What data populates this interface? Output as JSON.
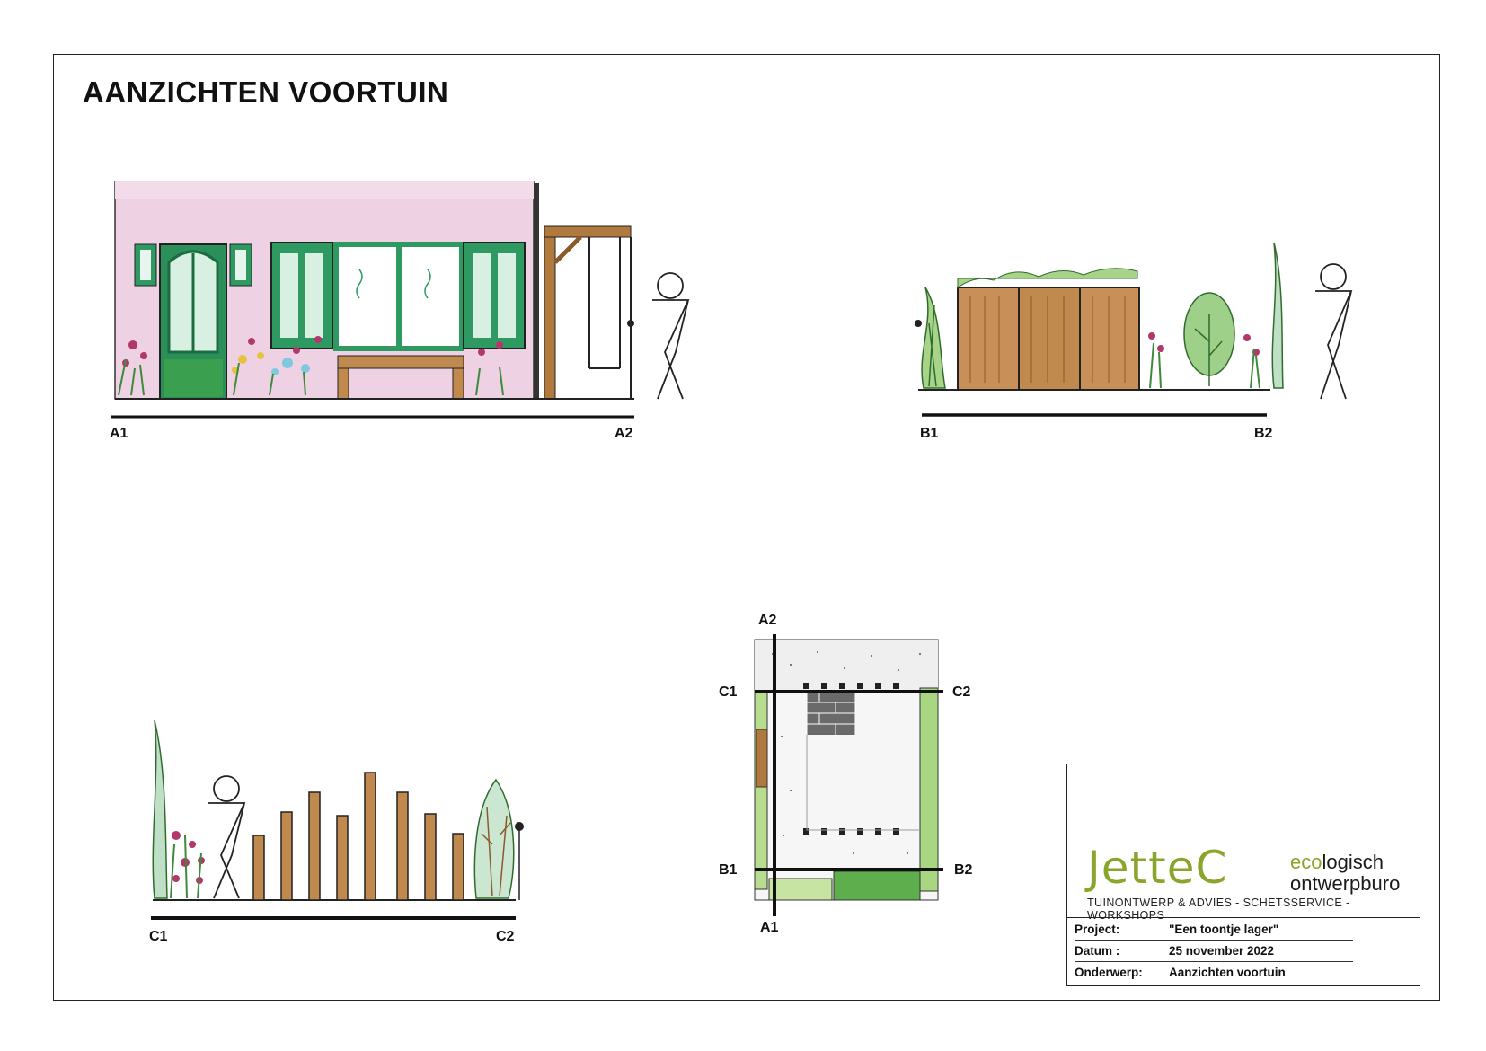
{
  "title": "AANZICHTEN VOORTUIN",
  "sections": {
    "a_start": "A1",
    "a_end": "A2",
    "b_start": "B1",
    "b_end": "B2",
    "c_start": "C1",
    "c_end": "C2"
  },
  "plan_labels": {
    "a2": "A2",
    "a1": "A1",
    "c1": "C1",
    "c2": "C2",
    "b1": "B1",
    "b2": "B2"
  },
  "titleblock": {
    "brand_name": "JetteC",
    "brand_eco": "eco",
    "brand_logisch": "logisch",
    "brand_ontwerpburo": "ontwerpburo",
    "tagline": "TUINONTWERP & ADVIES - SCHETSSERVICE - WORKSHOPS",
    "project_label": "Project:",
    "project_value": "\"Een toontje lager\"",
    "date_label": "Datum :",
    "date_value": "25 november 2022",
    "subject_label": "Onderwerp:",
    "subject_value": "Aanzichten voortuin"
  },
  "colors": {
    "wall_pink": "#e9c6dc",
    "frame_green": "#2e9a62",
    "glass_green": "#bfe6d2",
    "wood_brown": "#c08a4e",
    "plant_green": "#9fcf7a",
    "brand_green": "#8aa52b"
  }
}
